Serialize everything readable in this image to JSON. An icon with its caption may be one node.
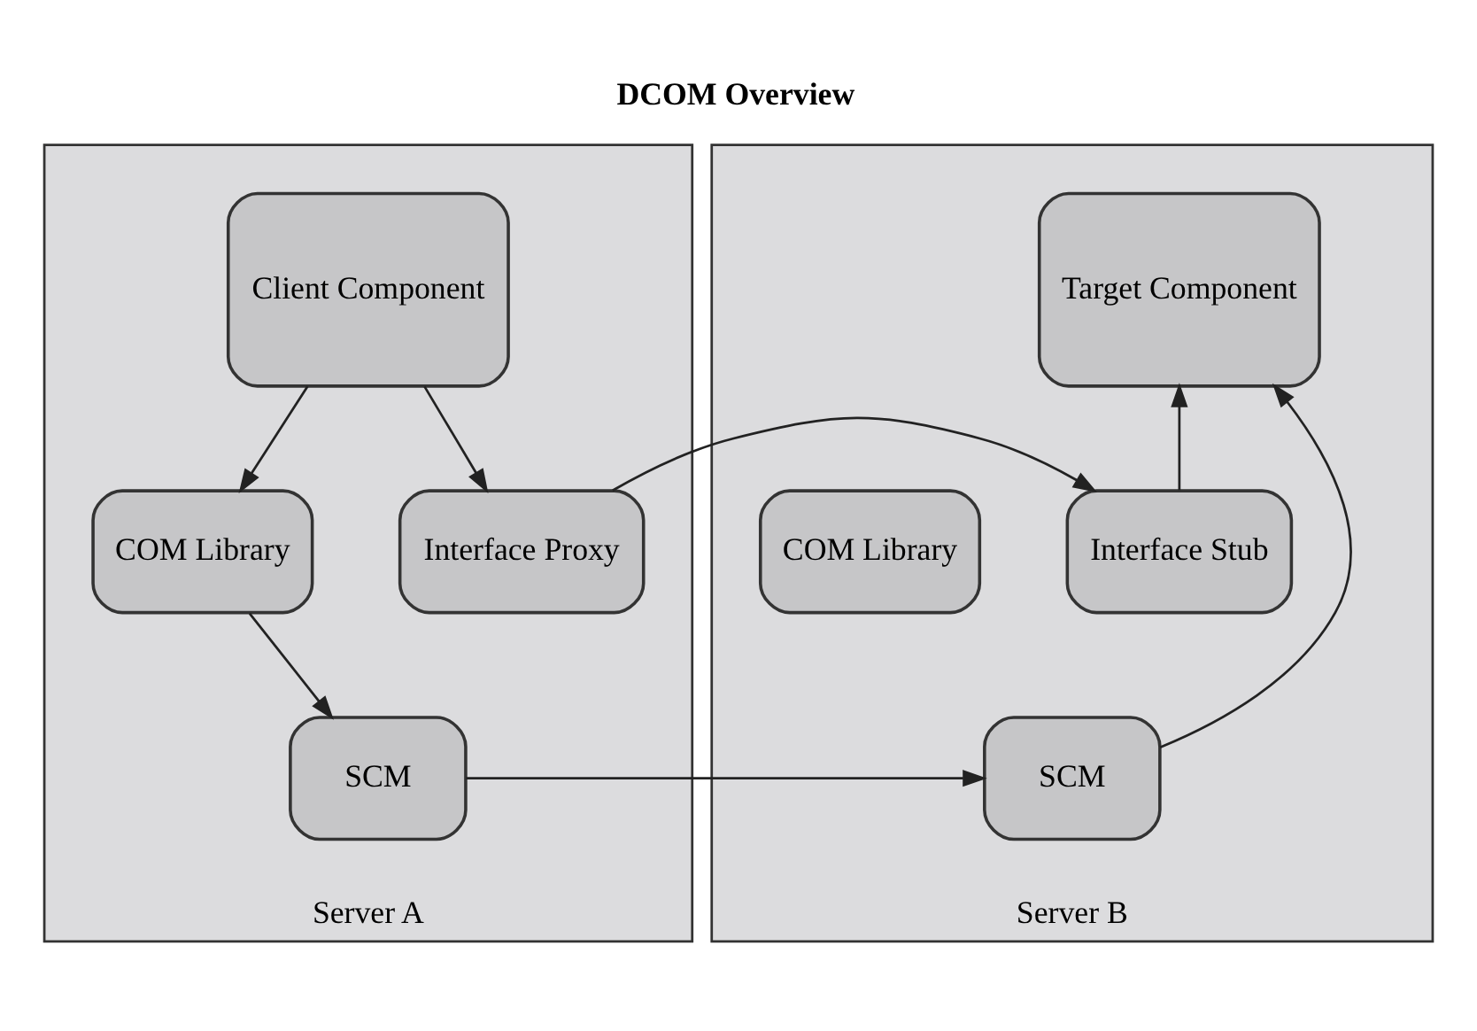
{
  "diagram": {
    "title": "DCOM Overview",
    "nodes": [
      {
        "text": [
          "Server A"
        ]
      },
      {
        "text": [
          "Client Component"
        ],
        "in": 0
      },
      {
        "text": [
          "COM Library"
        ],
        "in": 0
      },
      {
        "text": [
          "Interface Proxy"
        ],
        "in": 0
      },
      {
        "text": [
          "SCM"
        ],
        "in": 0
      },
      {
        "text": [
          "Server B"
        ]
      },
      {
        "text": [
          "Target Component"
        ],
        "in": 5
      },
      {
        "text": [
          "Interface Stub"
        ],
        "in": 5
      },
      {
        "text": [
          "COM Library"
        ],
        "in": 5
      },
      {
        "text": [
          "SCM"
        ],
        "in": 5
      }
    ],
    "edges": [
      {
        "from": 1,
        "to": 2,
        "arrow": "to"
      },
      {
        "from": 1,
        "to": 3,
        "arrow": "to"
      },
      {
        "from": 2,
        "to": 4,
        "arrow": "to"
      },
      {
        "from": 3,
        "to": 7,
        "arrow": "to"
      },
      {
        "from": 4,
        "to": 9,
        "arrow": "to"
      },
      {
        "from": 7,
        "to": 6,
        "arrow": "to"
      },
      {
        "from": 9,
        "to": 6,
        "arrow": "to"
      }
    ]
  }
}
